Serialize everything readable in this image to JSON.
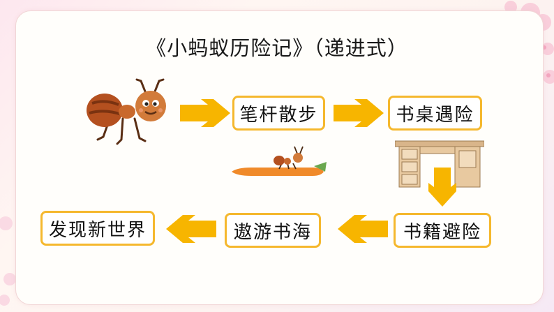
{
  "title": "《小蚂蚁历险记》（递进式）",
  "nodes": {
    "n1": "笔杆散步",
    "n2": "书桌遇险",
    "n3": "书籍避险",
    "n4": "遨游书海",
    "n5": "发现新世界"
  },
  "colors": {
    "accent": "#f5b82e",
    "arrow": "#f7b500",
    "border": "#f5b82e"
  },
  "icons": [
    "ant-cartoon-icon",
    "ant-on-carrot-icon",
    "desk-icon",
    "cherry-blossom-icon"
  ]
}
